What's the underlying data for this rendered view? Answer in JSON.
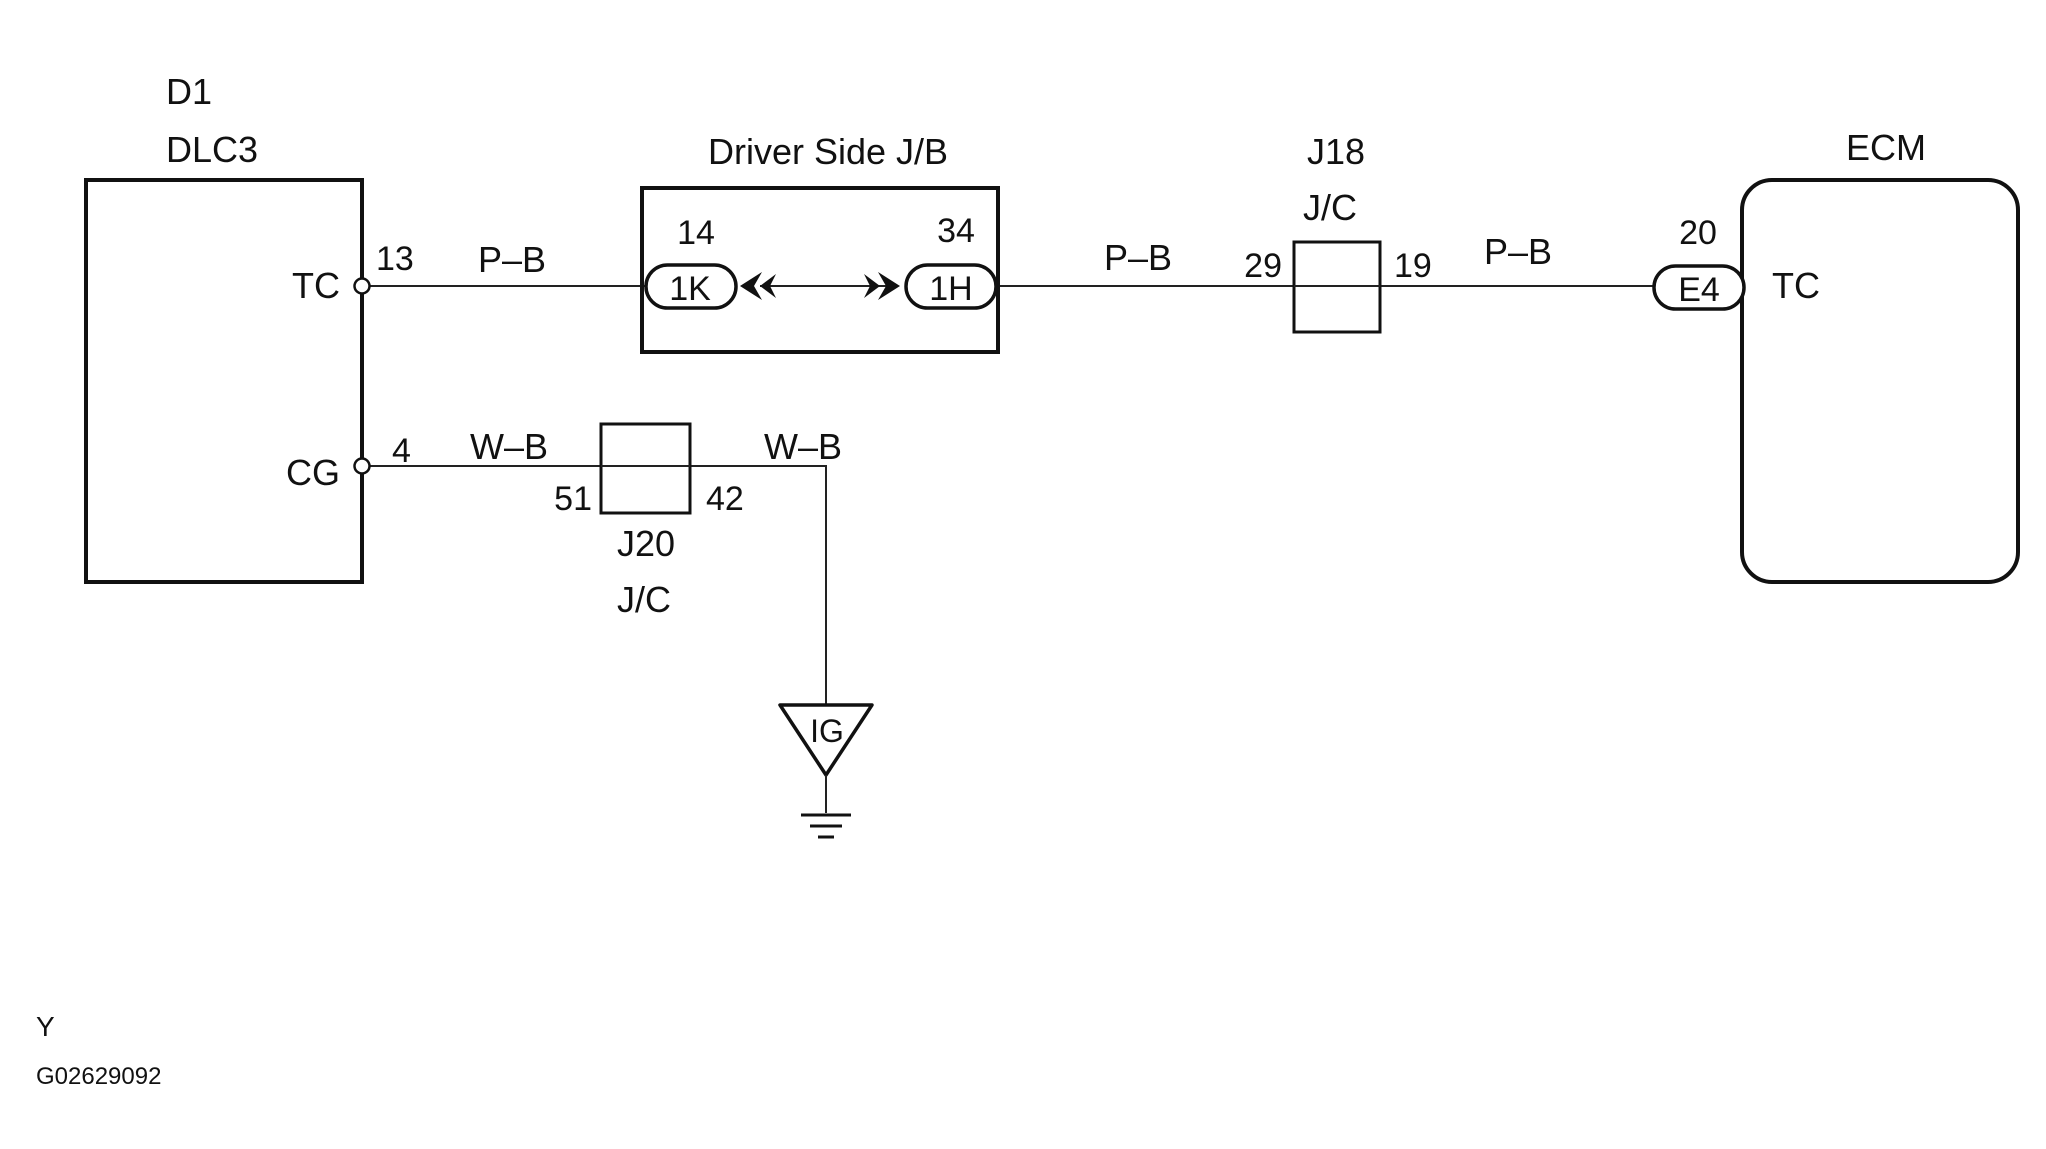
{
  "dlc": {
    "id": "D1",
    "name": "DLC3",
    "pins": {
      "tc": {
        "name": "TC",
        "number": "13"
      },
      "cg": {
        "name": "CG",
        "number": "4"
      }
    }
  },
  "driver_jb": {
    "title": "Driver Side J/B",
    "left_connector": {
      "code": "1K",
      "pin": "14"
    },
    "right_connector": {
      "code": "1H",
      "pin": "34"
    }
  },
  "j18": {
    "id": "J18",
    "type": "J/C",
    "pin_in": "29",
    "pin_out": "19"
  },
  "j20": {
    "id": "J20",
    "type": "J/C",
    "pin_in": "51",
    "pin_out": "42"
  },
  "ecm": {
    "name": "ECM",
    "connector": {
      "code": "E4",
      "pin": "20"
    },
    "pin_name": "TC"
  },
  "wires": {
    "tc_a": "P–B",
    "tc_b": "P–B",
    "tc_c": "P–B",
    "cg_a": "W–B",
    "cg_b": "W–B"
  },
  "ground": {
    "code": "IG"
  },
  "footer": {
    "code": "Y",
    "figure_id": "G02629092"
  },
  "colors": {
    "line": "#111111",
    "background": "#ffffff"
  }
}
